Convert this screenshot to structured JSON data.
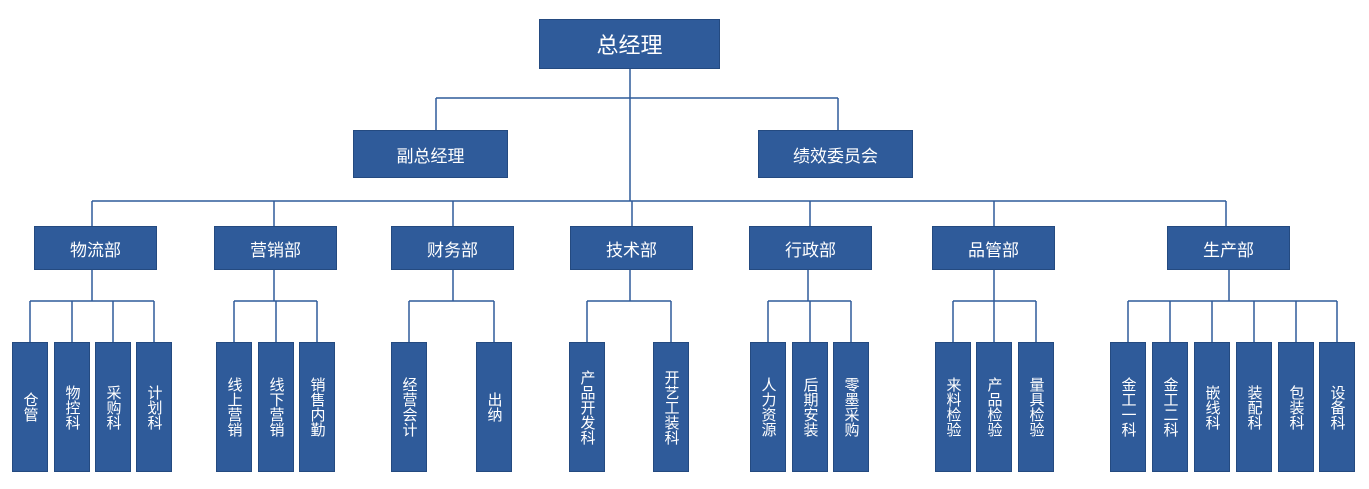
{
  "root": "总经理",
  "second_level": [
    "副总经理",
    "绩效委员会"
  ],
  "departments": [
    {
      "name": "物流部",
      "sections": [
        "仓管",
        "物控科",
        "采购科",
        "计划科"
      ]
    },
    {
      "name": "营销部",
      "sections": [
        "线上营销",
        "线下营销",
        "销售内勤"
      ]
    },
    {
      "name": "财务部",
      "sections": [
        "经营会计",
        "出纳"
      ]
    },
    {
      "name": "技术部",
      "sections": [
        "产品开发科",
        "开艺工装科"
      ]
    },
    {
      "name": "行政部",
      "sections": [
        "人力资源",
        "后期安装",
        "零墨采购"
      ]
    },
    {
      "name": "品管部",
      "sections": [
        "来料检验",
        "产品检验",
        "量具检验"
      ]
    },
    {
      "name": "生产部",
      "sections": [
        "金工一科",
        "金工二科",
        "嵌线科",
        "装配科",
        "包装科",
        "设备科"
      ]
    }
  ],
  "colors": {
    "box_fill": "#2f5b9a",
    "line": "#2f5b9a",
    "text": "#ffffff"
  }
}
